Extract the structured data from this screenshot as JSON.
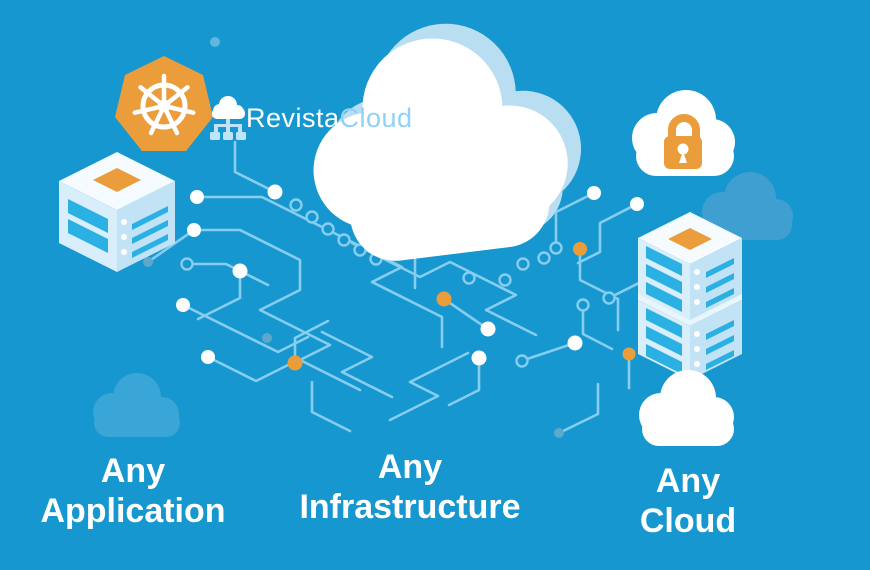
{
  "colors": {
    "bg": "#1697cf",
    "white": "#ffffff",
    "trace": "#86cdef",
    "orange": "#eb9c3b",
    "cyan": "#2bb0e4",
    "cloud-shadow": "#b9def1",
    "cloud-light": "#3aa6d8",
    "cloud-mid": "#3f9fd1",
    "muted-dot": "#5ea8cd",
    "brand-secondary": "#8fd2f5",
    "brand-icon-net": "#bfe3f7",
    "srv-top": "#f5fbfe",
    "srv-left": "#d8eefa",
    "srv-right": "#c2e3f5"
  },
  "brand": {
    "name_primary": "Revista",
    "name_secondary": "Cloud",
    "icon": "cloud-network-icon"
  },
  "icons": {
    "kubernetes": "ship-wheel-in-orange-heptagon",
    "secure_cloud": "white-cloud-with-orange-padlock",
    "server_single": "isometric-server-cube",
    "server_stack": "two-stacked-isometric-server-cubes",
    "big_cloud": "large-white-isometric-cloud",
    "circuit": "circuit-board-traces-with-nodes"
  },
  "labels": {
    "application": {
      "line1": "Any",
      "line2": "Application"
    },
    "infrastructure": {
      "line1": "Any",
      "line2": "Infrastructure"
    },
    "cloud": {
      "line1": "Any",
      "line2": "Cloud"
    }
  }
}
